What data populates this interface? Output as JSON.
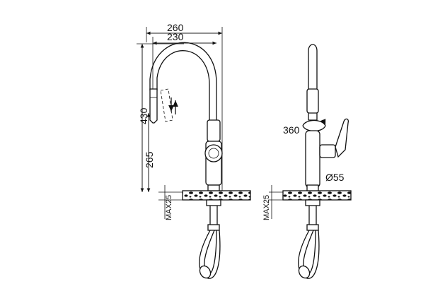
{
  "dimensions": {
    "overall_width": "260",
    "spout_reach": "230",
    "overall_height": "430",
    "spout_height": "265",
    "max_thickness_front": "MAX25",
    "rotation": "360",
    "base_diameter": "Ø55",
    "max_thickness_side": "MAX25"
  }
}
